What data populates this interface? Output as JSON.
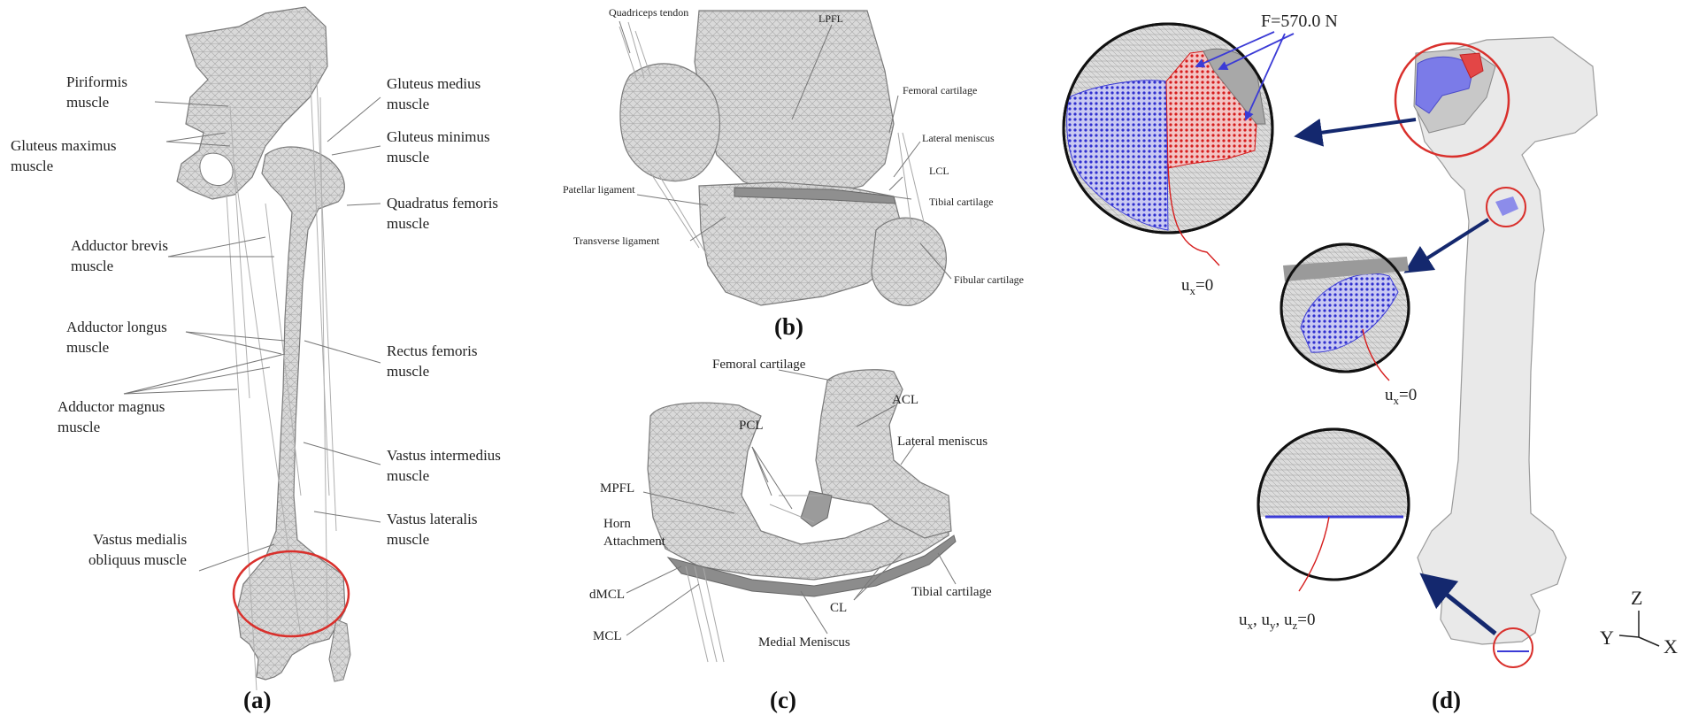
{
  "panel_a": {
    "caption": "(a)",
    "labels": {
      "piriformis_1": "Piriformis",
      "piriformis_2": "muscle",
      "glut_max_1": "Gluteus maximus",
      "glut_max_2": "muscle",
      "add_brevis_1": "Adductor brevis",
      "add_brevis_2": "muscle",
      "add_longus_1": "Adductor longus",
      "add_longus_2": "muscle",
      "add_magnus_1": "Adductor magnus",
      "add_magnus_2": "muscle",
      "vmo_1": "Vastus medialis",
      "vmo_2": "obliquus muscle",
      "glut_med_1": "Gluteus medius",
      "glut_med_2": "muscle",
      "glut_min_1": "Gluteus minimus",
      "glut_min_2": "muscle",
      "quad_fem_1": "Quadratus femoris",
      "quad_fem_2": "muscle",
      "rectus_1": "Rectus femoris",
      "rectus_2": "muscle",
      "vast_int_1": "Vastus intermedius",
      "vast_int_2": "muscle",
      "vast_lat_1": "Vastus lateralis",
      "vast_lat_2": "muscle"
    }
  },
  "panel_b": {
    "caption": "(b)",
    "labels": {
      "quad_tendon": "Quadriceps tendon",
      "lpfl": "LPFL",
      "fem_cart": "Femoral cartilage",
      "lat_men": "Lateral meniscus",
      "lcl": "LCL",
      "tib_cart": "Tibial cartilage",
      "fib_cart": "Fibular cartilage",
      "pat_lig": "Patellar ligament",
      "trans_lig": "Transverse ligament"
    }
  },
  "panel_c": {
    "caption": "(c)",
    "labels": {
      "fem_cart": "Femoral cartilage",
      "acl": "ACL",
      "pcl": "PCL",
      "lat_men": "Lateral meniscus",
      "mpfl": "MPFL",
      "horn_1": "Horn",
      "horn_2": "Attachment",
      "dmcl": "dMCL",
      "mcl": "MCL",
      "cl": "CL",
      "tib_cart": "Tibial cartilage",
      "med_men": "Medial Meniscus"
    }
  },
  "panel_d": {
    "caption": "(d)",
    "force": "F=570.0 N",
    "bc_hip": "=0",
    "bc_hip_var": "u",
    "bc_hip_sub": "x",
    "bc_mid_var": "u",
    "bc_mid_sub": "x",
    "bc_mid": "=0",
    "bc_base_u1": "u",
    "bc_base_s1": "x",
    "bc_base_u2": ", u",
    "bc_base_s2": "y",
    "bc_base_u3": ", u",
    "bc_base_s3": "z",
    "bc_base_end": "=0",
    "axis_z": "Z",
    "axis_y": "Y",
    "axis_x": "X"
  },
  "colors": {
    "highlight_circle": "#d9302c",
    "constraint_blue": "#3b3bd6",
    "force_red": "#e02020",
    "arrow_navy": "#14286e",
    "mesh_gray": "#d6d6d6"
  }
}
